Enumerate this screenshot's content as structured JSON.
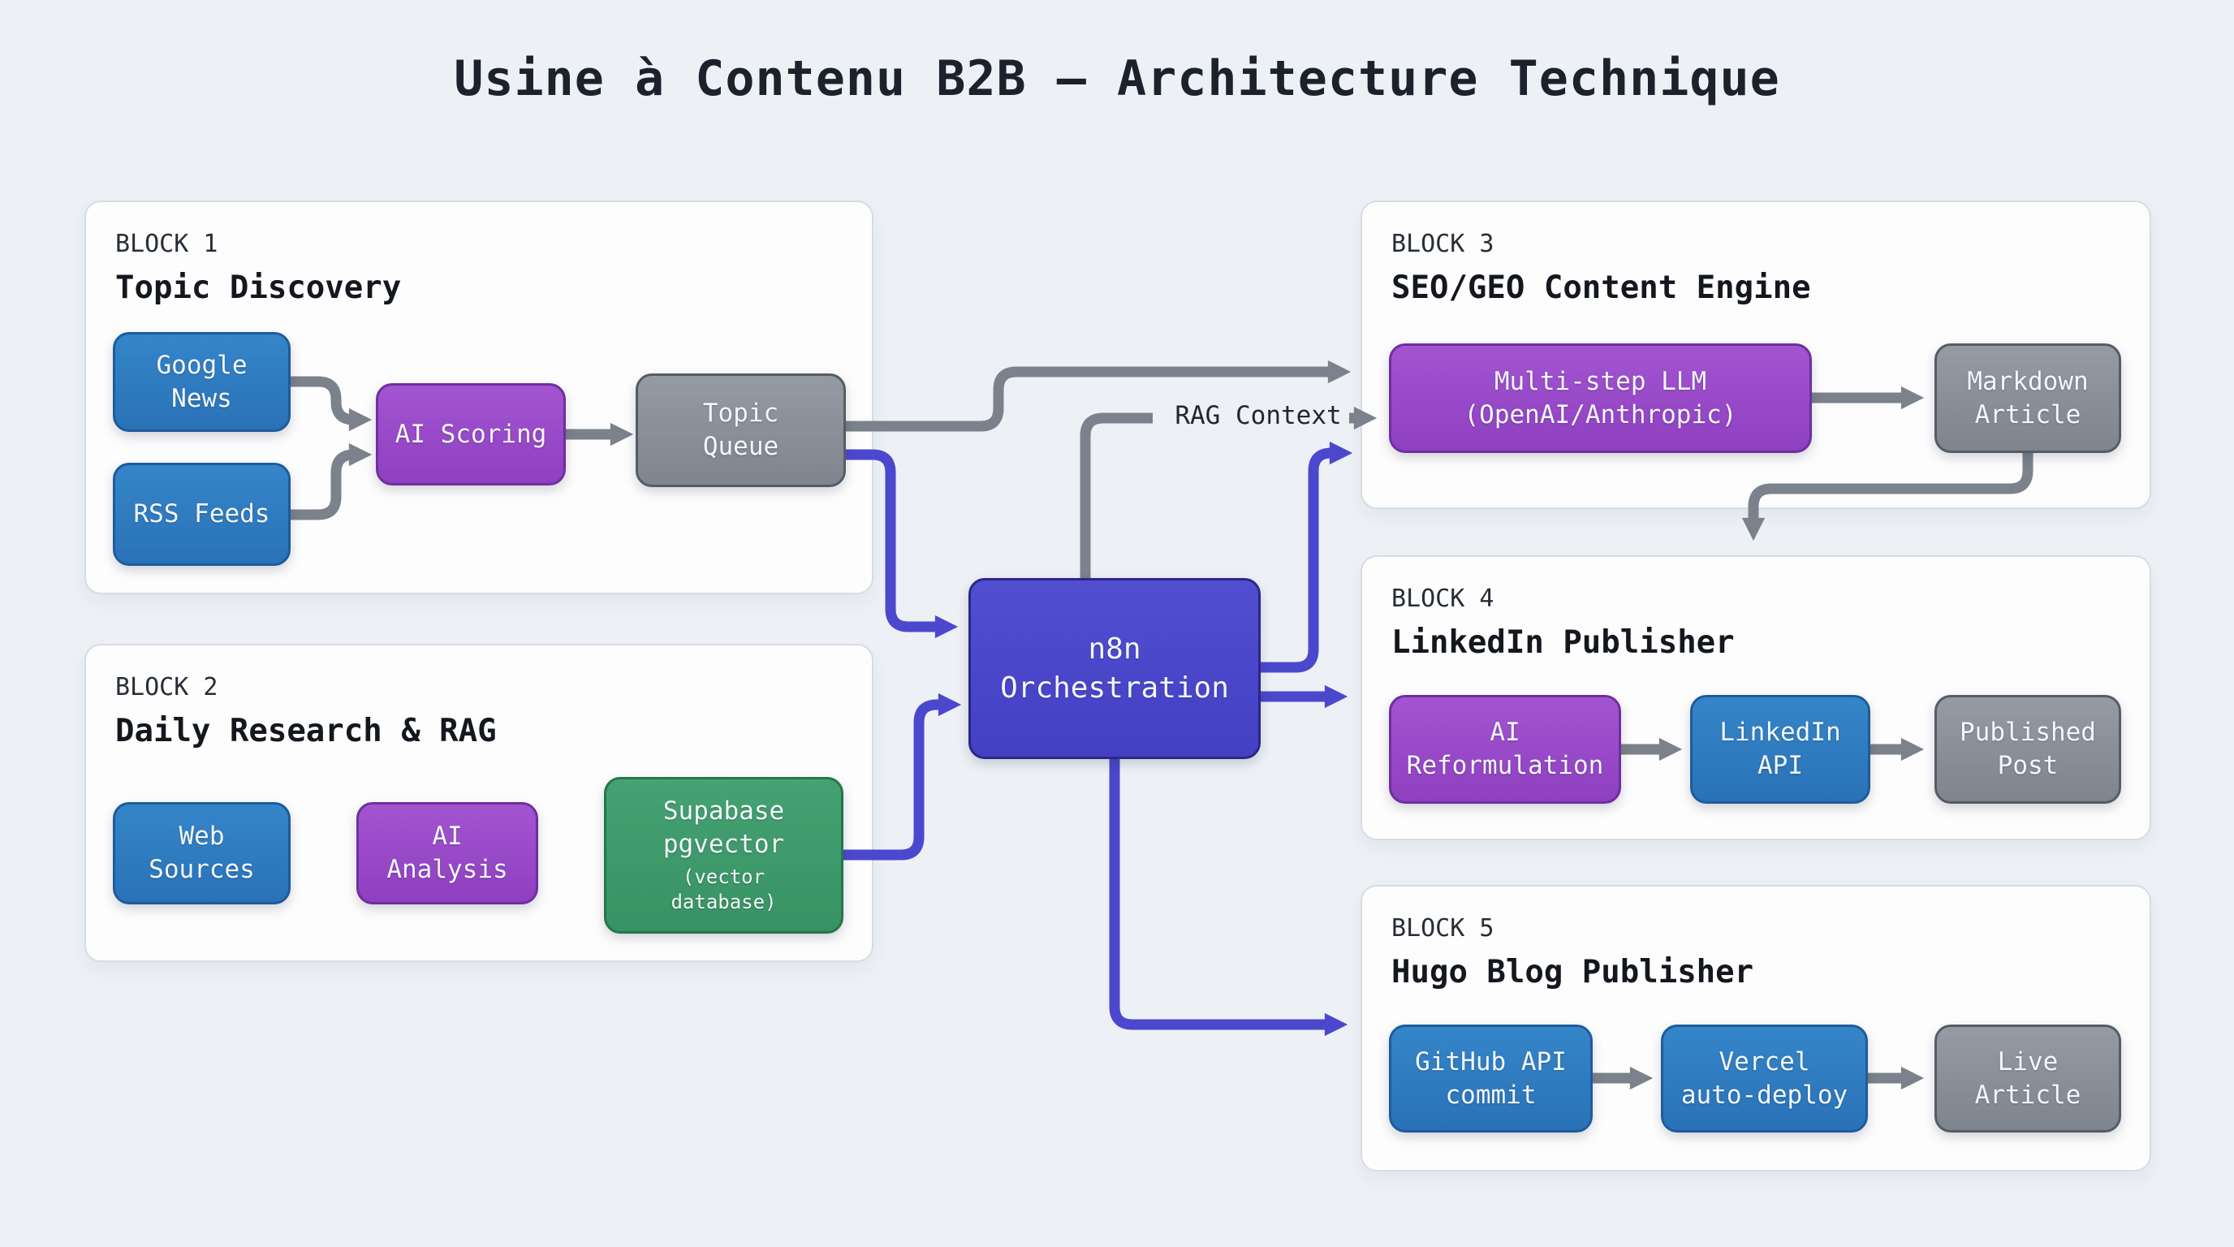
{
  "title": "Usine à Contenu B2B — Architecture Technique",
  "rag_edge_label": "RAG Context",
  "orchestrator": {
    "id": "n8n-orchestration",
    "label": "n8n\nOrchestration",
    "color": "indigo"
  },
  "blocks": [
    {
      "kicker": "BLOCK 1",
      "name": "Topic Discovery",
      "nodes": [
        {
          "id": "google-news",
          "label": "Google\nNews",
          "color": "blue"
        },
        {
          "id": "rss-feeds",
          "label": "RSS Feeds",
          "color": "blue"
        },
        {
          "id": "ai-scoring",
          "label": "AI Scoring",
          "color": "purple"
        },
        {
          "id": "topic-queue",
          "label": "Topic\nQueue",
          "color": "gray"
        }
      ]
    },
    {
      "kicker": "BLOCK 2",
      "name": "Daily Research & RAG",
      "nodes": [
        {
          "id": "web-sources",
          "label": "Web\nSources",
          "color": "blue"
        },
        {
          "id": "ai-analysis",
          "label": "AI\nAnalysis",
          "color": "purple"
        },
        {
          "id": "supabase-pgvector",
          "label": "Supabase\npgvector",
          "sublabel": "(vector\ndatabase)",
          "color": "green"
        }
      ]
    },
    {
      "kicker": "BLOCK 3",
      "name": "SEO/GEO Content Engine",
      "nodes": [
        {
          "id": "multi-step-llm",
          "label": "Multi-step LLM\n(OpenAI/Anthropic)",
          "color": "purple"
        },
        {
          "id": "markdown-article",
          "label": "Markdown\nArticle",
          "color": "gray"
        }
      ]
    },
    {
      "kicker": "BLOCK 4",
      "name": "LinkedIn Publisher",
      "nodes": [
        {
          "id": "ai-reformulation",
          "label": "AI\nReformulation",
          "color": "purple"
        },
        {
          "id": "linkedin-api",
          "label": "LinkedIn\nAPI",
          "color": "blue"
        },
        {
          "id": "published-post",
          "label": "Published\nPost",
          "color": "gray"
        }
      ]
    },
    {
      "kicker": "BLOCK 5",
      "name": "Hugo Blog Publisher",
      "nodes": [
        {
          "id": "github-api-commit",
          "label": "GitHub API\ncommit",
          "color": "blue"
        },
        {
          "id": "vercel-auto-deploy",
          "label": "Vercel\nauto-deploy",
          "color": "blue"
        },
        {
          "id": "live-article",
          "label": "Live\nArticle",
          "color": "gray"
        }
      ]
    }
  ],
  "edges": [
    {
      "from": "google-news",
      "to": "ai-scoring",
      "color": "gray"
    },
    {
      "from": "rss-feeds",
      "to": "ai-scoring",
      "color": "gray"
    },
    {
      "from": "ai-scoring",
      "to": "topic-queue",
      "color": "gray"
    },
    {
      "from": "topic-queue",
      "to": "multi-step-llm",
      "color": "gray"
    },
    {
      "from": "topic-queue",
      "to": "n8n-orchestration",
      "color": "indigo"
    },
    {
      "from": "supabase-pgvector",
      "to": "n8n-orchestration",
      "color": "indigo"
    },
    {
      "from": "n8n-orchestration",
      "to": "multi-step-llm",
      "color": "gray",
      "label": "RAG Context"
    },
    {
      "from": "n8n-orchestration",
      "to": "multi-step-llm",
      "color": "indigo"
    },
    {
      "from": "n8n-orchestration",
      "to": "linkedin-publisher-block",
      "color": "indigo"
    },
    {
      "from": "n8n-orchestration",
      "to": "hugo-blog-publisher-block",
      "color": "indigo"
    },
    {
      "from": "multi-step-llm",
      "to": "markdown-article",
      "color": "gray"
    },
    {
      "from": "markdown-article",
      "to": "linkedin-publisher-block",
      "color": "gray"
    },
    {
      "from": "ai-reformulation",
      "to": "linkedin-api",
      "color": "gray"
    },
    {
      "from": "linkedin-api",
      "to": "published-post",
      "color": "gray"
    },
    {
      "from": "github-api-commit",
      "to": "vercel-auto-deploy",
      "color": "gray"
    },
    {
      "from": "vercel-auto-deploy",
      "to": "live-article",
      "color": "gray"
    }
  ],
  "palette": {
    "background": "#edf1f6",
    "panel": "#fdfdfe",
    "panel_border": "#d7dce3",
    "node_blue": "#2f7dc3",
    "node_purple": "#9b4ccb",
    "node_gray": "#8b919a",
    "node_green": "#3f9d6e",
    "node_indigo": "#4b47cc",
    "arrow_gray": "#7b828c",
    "arrow_indigo": "#4c48ce",
    "text_dark": "#1c222b",
    "node_text": "#f3f6fa"
  }
}
